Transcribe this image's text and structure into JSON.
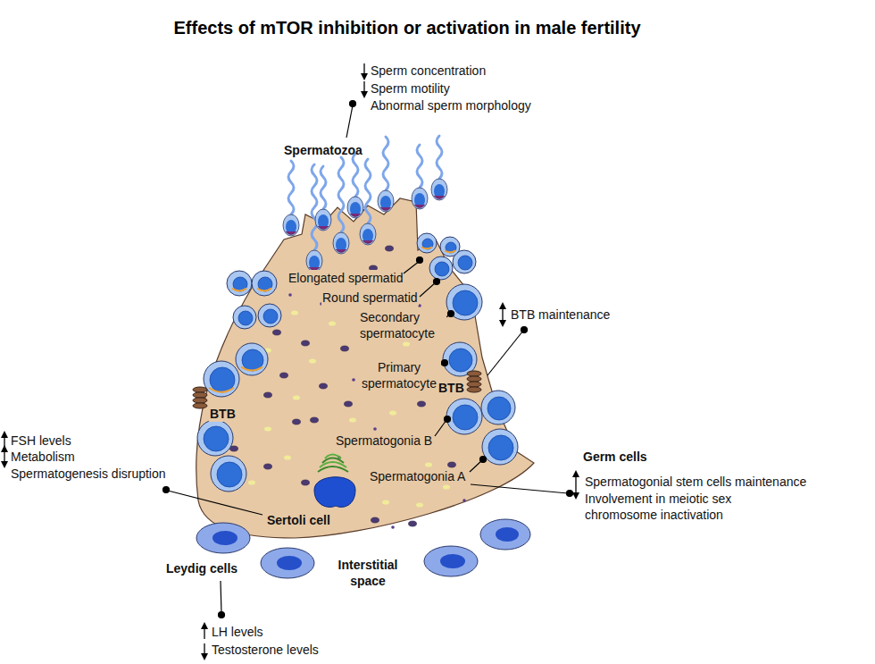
{
  "diagram": {
    "title": "Effects of mTOR inhibition or activation in male fertility",
    "labels": [
      "Sperm concentration",
      "Sperm motility",
      "Abnormal sperm morphology",
      "Spermatozoa",
      "Elongated spermatid",
      "Round spermatid",
      "Secondary spermatocyte",
      "BTB maintenance",
      "Primary spermatocyte",
      "BTB",
      "BTB",
      "FSH levels",
      "Metabolism",
      "Spermatogenesis disruption",
      "Spermatogonia B",
      "Germ cells",
      "Spermatogonial stem cells maintenance",
      "Involvement in meiotic sex chromosome inactivation",
      "Spermatogonia A",
      "Sertoli cell",
      "Leydig cells",
      "Interstitial space",
      "LH levels",
      "Testosterone levels"
    ]
  }
}
